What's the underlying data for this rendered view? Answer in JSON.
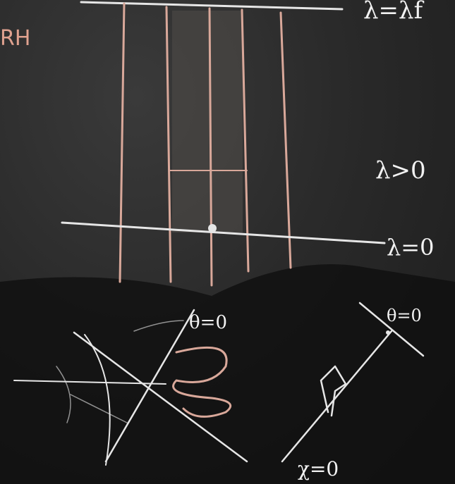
{
  "labels": {
    "rh": "RH",
    "lambda_top": "λ=λf",
    "lambda_pos": "λ>0",
    "lambda_zero": "λ=0",
    "theta_zero_left": "θ=0",
    "theta_zero_right": "θ=0",
    "chi_zero": "χ=0"
  },
  "colors": {
    "board": "#2a2a2a",
    "chalk_white": "#e6e6e6",
    "chalk_pink": "#d9a89a"
  }
}
